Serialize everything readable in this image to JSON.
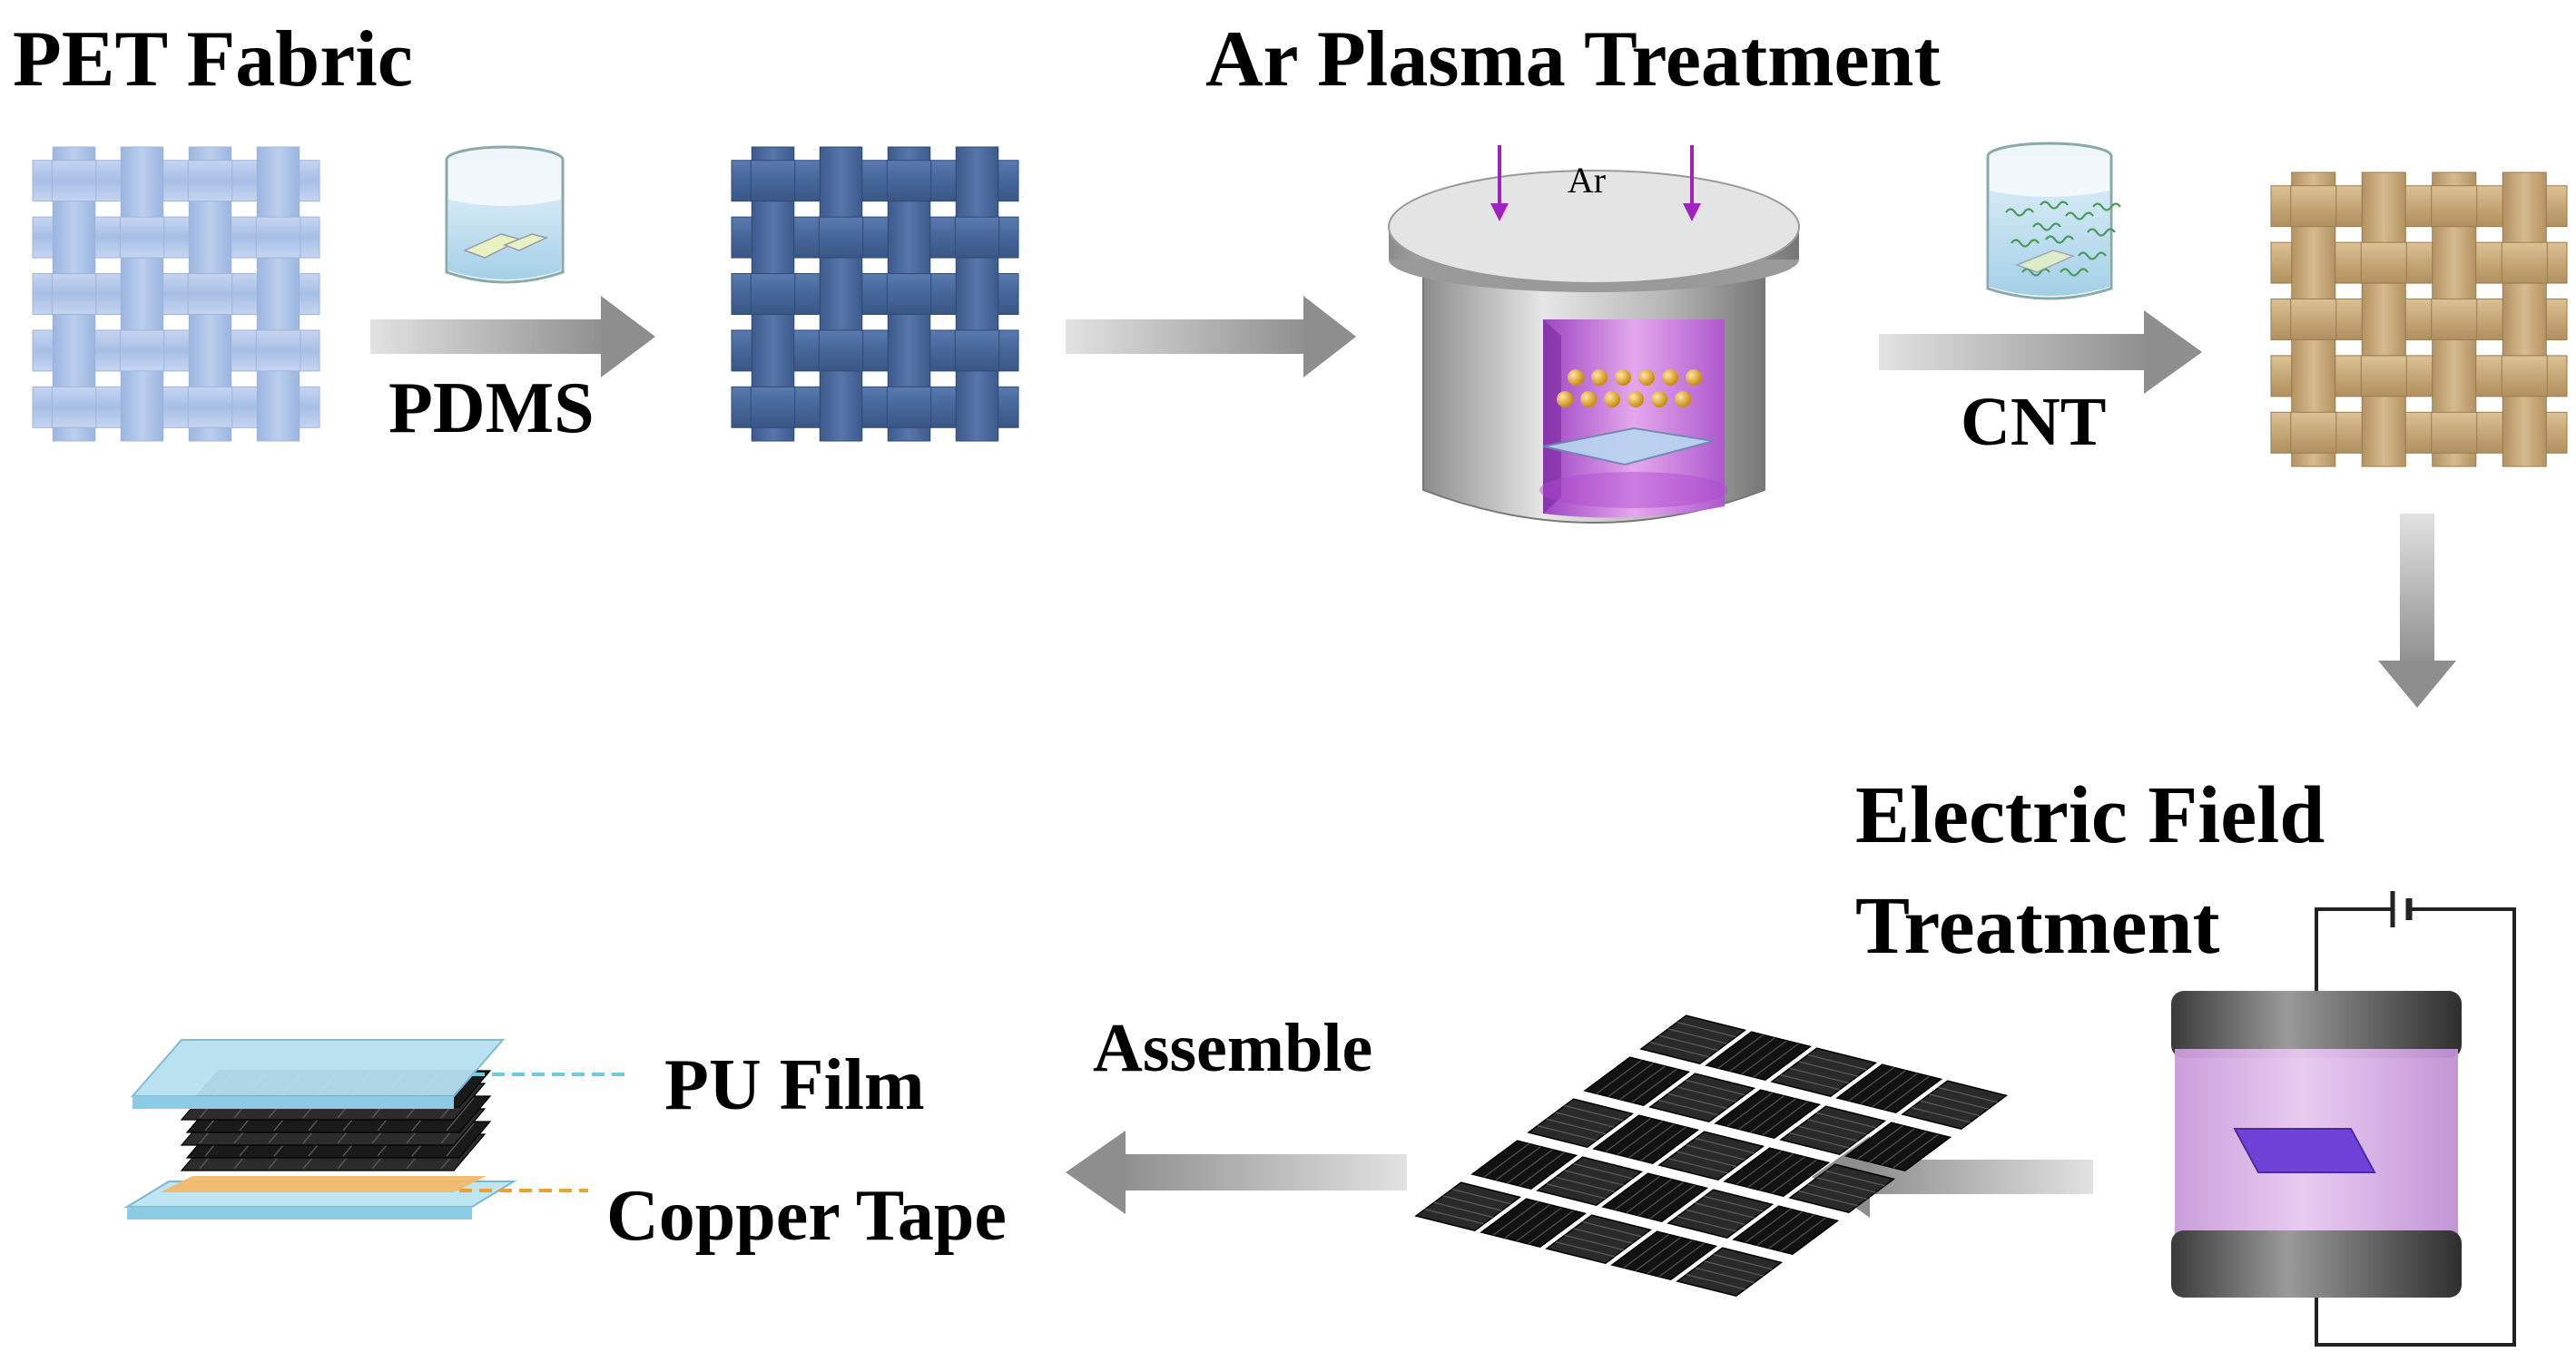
{
  "labels": {
    "pet_fabric": "PET Fabric",
    "pdms": "PDMS",
    "ar_plasma": "Ar Plasma Treatment",
    "ar": "Ar",
    "cnt": "CNT",
    "electric_field_line1": "Electric Field",
    "electric_field_line2": "Treatment",
    "assemble": "Assemble",
    "pu_film": "PU Film",
    "copper_tape": "Copper Tape"
  },
  "colors": {
    "pet_fabric": "#a9c0e6",
    "pdms_fabric": "#4a6a9e",
    "cnt_fabric": "#c8ab7c",
    "black_fabric": "#222222",
    "plasma": "#c87ad8",
    "ar_arrow": "#a020c0",
    "pu_film": "#a8dcee",
    "copper": "#f2b96a",
    "process_arrow": "#a0a0a0",
    "pu_leader": "#6ecbe6",
    "copper_leader": "#f0a030"
  }
}
